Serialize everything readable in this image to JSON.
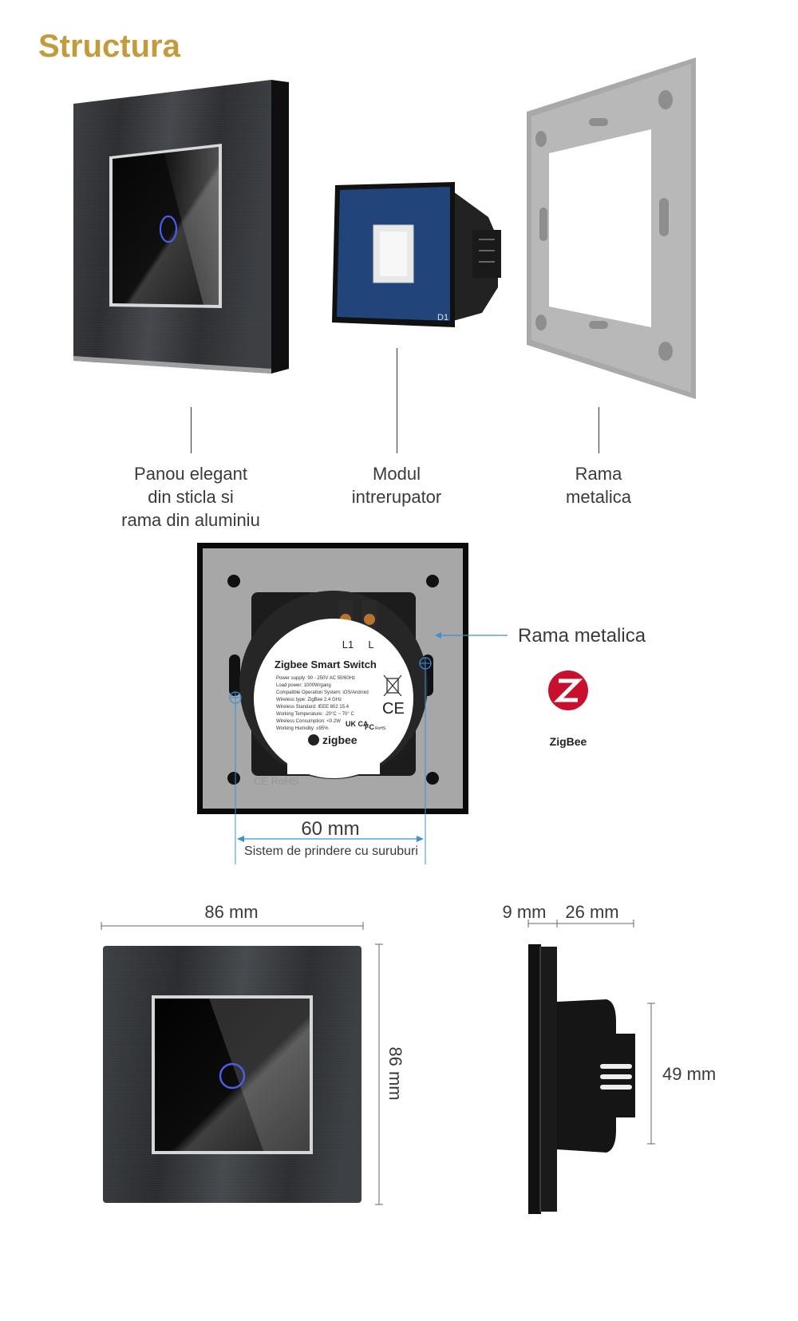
{
  "title": "Structura",
  "structure": {
    "parts": [
      {
        "label_lines": [
          "Panou elegant",
          "din sticla si",
          "rama din aluminiu"
        ]
      },
      {
        "label_lines": [
          "Modul",
          "intrerupator"
        ]
      },
      {
        "label_lines": [
          "Rama",
          "metalica"
        ]
      }
    ],
    "module_marking": "D1"
  },
  "back_view": {
    "frame_label": "Rama metalica",
    "terminals": [
      "L1",
      "L"
    ],
    "product_label": {
      "title": "Zigbee Smart Switch",
      "specs": [
        "Power supply: 90 - 250V AC  50/60Hz",
        "Load power: 1000W/gang",
        "Compatible Operation System: iOS/Android",
        "Wireless type: ZigBee 2.4 GHz",
        "Wireless Standard: IEEE 802 15.4",
        "Working Temperature: -20°C ~ 70° C",
        "Wireless Consumption: <0.2W",
        "Working Humidity: ≤95%"
      ],
      "brand": "zigbee",
      "marks": [
        "CE",
        "UK CA",
        "FC",
        "RoHS"
      ]
    },
    "frame_marking": "CE RoHS",
    "screw_distance": "60 mm",
    "screw_caption": "Sistem de prindere cu suruburi",
    "logo_text": "ZigBee",
    "accent_color": "#3d8fd6"
  },
  "dimensions": {
    "width": "86 mm",
    "height": "86 mm",
    "glass_depth": "9 mm",
    "module_depth": "26 mm",
    "module_height": "49 mm"
  },
  "colors": {
    "title": "#c39a3c",
    "brush_dark": "#2e3033",
    "glass": "#0a0a0a",
    "touch_ring": "#4a5ee8",
    "module_blue": "#21457a",
    "frame_gray": "#b4b4b4"
  }
}
